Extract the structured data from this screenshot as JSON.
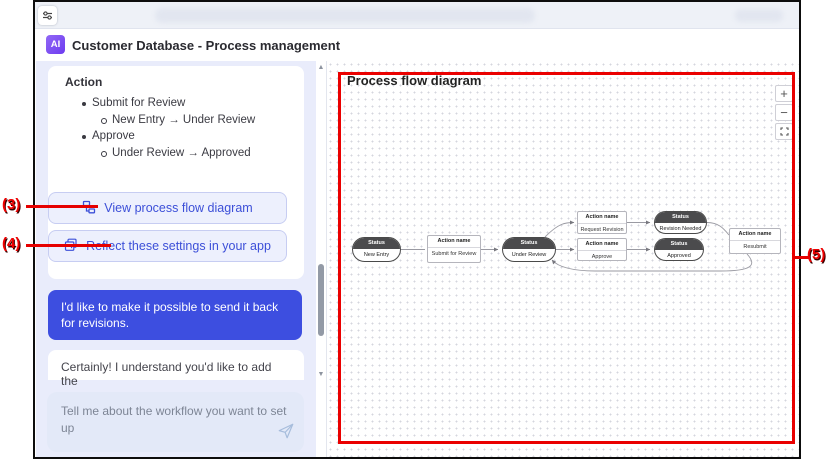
{
  "window": {
    "topbar": {
      "icon": "sliders-icon"
    },
    "header": {
      "badge": "AI",
      "title": "Customer Database - Process management"
    }
  },
  "chat": {
    "assistant_message": {
      "heading": "Action",
      "bullets": [
        {
          "level": 1,
          "text": "Submit for Review"
        },
        {
          "level": 2,
          "text": "New Entry → Under Review"
        },
        {
          "level": 1,
          "text": "Approve"
        },
        {
          "level": 2,
          "text": "Under Review → Approved"
        }
      ],
      "buttons": [
        {
          "label": "View process flow diagram",
          "icon": "flow-diagram-icon"
        },
        {
          "label": "Reflect these settings in your app",
          "icon": "copy-plus-icon"
        }
      ]
    },
    "user_message": "I'd like to make it possible to send it back for revisions.",
    "assistant_message_2": "Certainly! I understand you'd like to add the",
    "input": {
      "placeholder": "Tell me about the workflow you want to set up",
      "send_icon": "send-icon"
    }
  },
  "diagram": {
    "title": "Process flow diagram",
    "controls": {
      "zoom_in": "+",
      "zoom_out": "−",
      "fit": "fit-view-icon"
    },
    "nodes": [
      {
        "type": "status",
        "header": "Status",
        "label": "New Entry"
      },
      {
        "type": "action",
        "header": "Action name",
        "label": "Submit for Review"
      },
      {
        "type": "status",
        "header": "Status",
        "label": "Under Review"
      },
      {
        "type": "action",
        "header": "Action name",
        "label": "Request Revision"
      },
      {
        "type": "status",
        "header": "Status",
        "label": "Revision Needed"
      },
      {
        "type": "action",
        "header": "Action name",
        "label": "Approve"
      },
      {
        "type": "status",
        "header": "Status",
        "label": "Approved"
      },
      {
        "type": "action",
        "header": "Action name",
        "label": "Resubmit"
      }
    ],
    "edges": [
      "New Entry → Submit for Review",
      "Submit for Review → Under Review",
      "Under Review → Request Revision",
      "Request Revision → Revision Needed",
      "Under Review → Approve",
      "Approve → Approved",
      "Revision Needed → Resubmit",
      "Resubmit → Under Review"
    ]
  },
  "annotations": {
    "label_3": "(3)",
    "label_4": "(4)",
    "label_5": "(5)"
  },
  "colors": {
    "accent": "#3d4ee0",
    "annotation_red": "#ea0000",
    "status_header": "#4b4b4d",
    "chat_bg": "#e9ecfb",
    "button_bg": "#edf0fd"
  }
}
